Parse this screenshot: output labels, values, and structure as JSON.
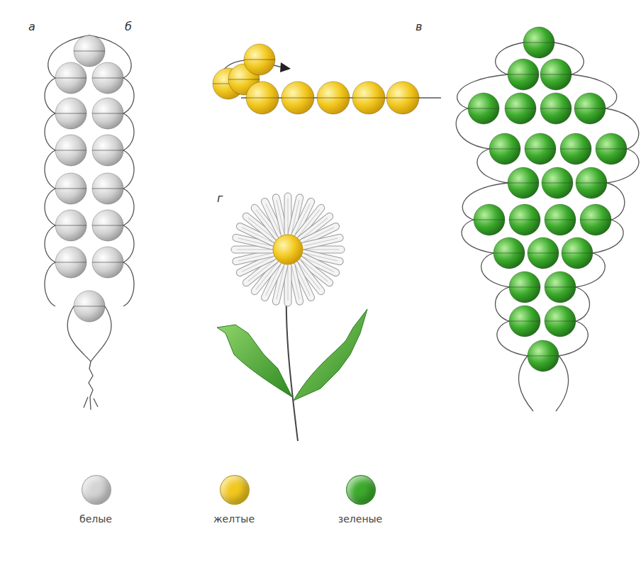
{
  "diagram": {
    "labels": [
      "а",
      "б",
      "в",
      "г"
    ],
    "legend": [
      {
        "text": "белые",
        "color": "#d4d4d4"
      },
      {
        "text": "желтые",
        "color": "#f2c81e"
      },
      {
        "text": "зеленые",
        "color": "#3caa2c"
      }
    ]
  }
}
